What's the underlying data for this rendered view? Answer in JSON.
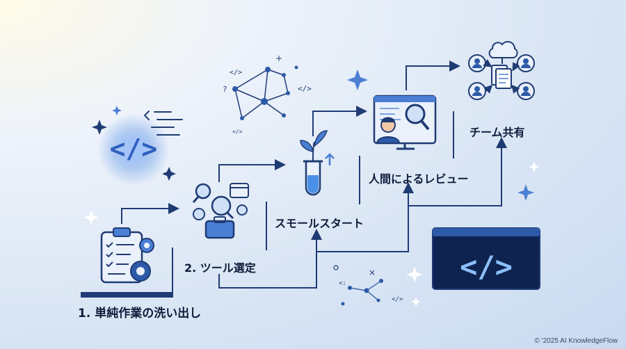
{
  "steps": [
    {
      "label": "1. 単純作業の洗い出し"
    },
    {
      "label": "2. ツール選定"
    },
    {
      "label": "スモールスタート"
    },
    {
      "label": "人間によるレビュー"
    },
    {
      "label": "チーム共有"
    }
  ],
  "decor": {
    "code_symbol": "</>",
    "question_mark": "?",
    "plus_sign": "+",
    "times_sign": "×",
    "small_code_symbol": "</>",
    "lt_colon": "<:"
  },
  "footer": {
    "copyright": "© '2025 AI KnowledgeFlow"
  },
  "colors": {
    "navy": "#1f3b73",
    "step_blue": "#4a7fd4",
    "glow": "#7fb0ff",
    "bg_light": "#eef3fb"
  }
}
